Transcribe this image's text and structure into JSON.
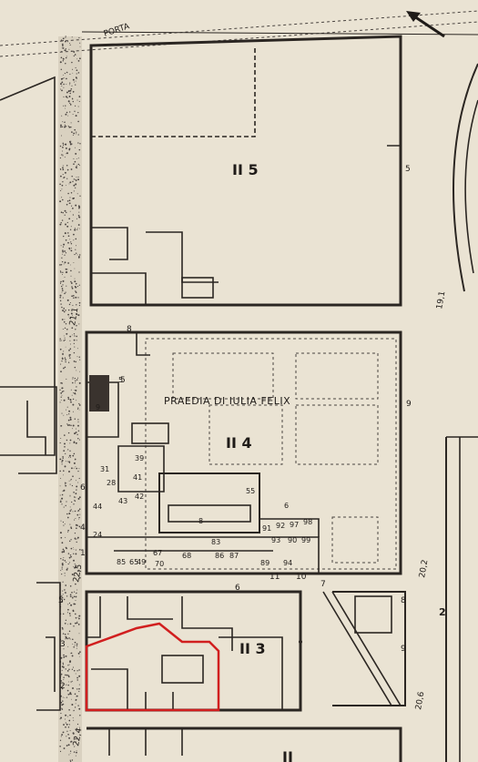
{
  "gate_label": "PORTA",
  "praedia_label": "PRAEDIA DI IULIA FELIX",
  "insulae": {
    "ii5": "II 5",
    "ii4": "II 4",
    "ii3": "II 3",
    "ii_bottom": "II"
  },
  "street_numbers": {
    "n5_top": "5",
    "n19_1": "19,1",
    "n21_1": "21,1",
    "n9_a": "9",
    "n20_2": "20,2",
    "n22_5": "22,5",
    "n20_6": "20,6",
    "n22_4": "22,4",
    "n8": "8",
    "n6": "6",
    "n1": "1",
    "n2": "2",
    "n3": "3",
    "n4": "4",
    "n5_mid": "5",
    "n7": "7",
    "n10": "10",
    "n11": "11",
    "n9_b": "9",
    "n8_b": "8"
  },
  "room_numbers": [
    "39",
    "41",
    "42",
    "43",
    "44",
    "31",
    "28",
    "24",
    "83",
    "85",
    "87",
    "8",
    "55",
    "91",
    "92",
    "97",
    "98",
    "93",
    "94",
    "89",
    "90",
    "99",
    "65",
    "67",
    "68",
    "70",
    "86",
    "49",
    "6",
    "9",
    "5"
  ],
  "highlight_color": "#d11f1f",
  "ink_color": "#2b2622",
  "paper_color": "#eae3d3"
}
